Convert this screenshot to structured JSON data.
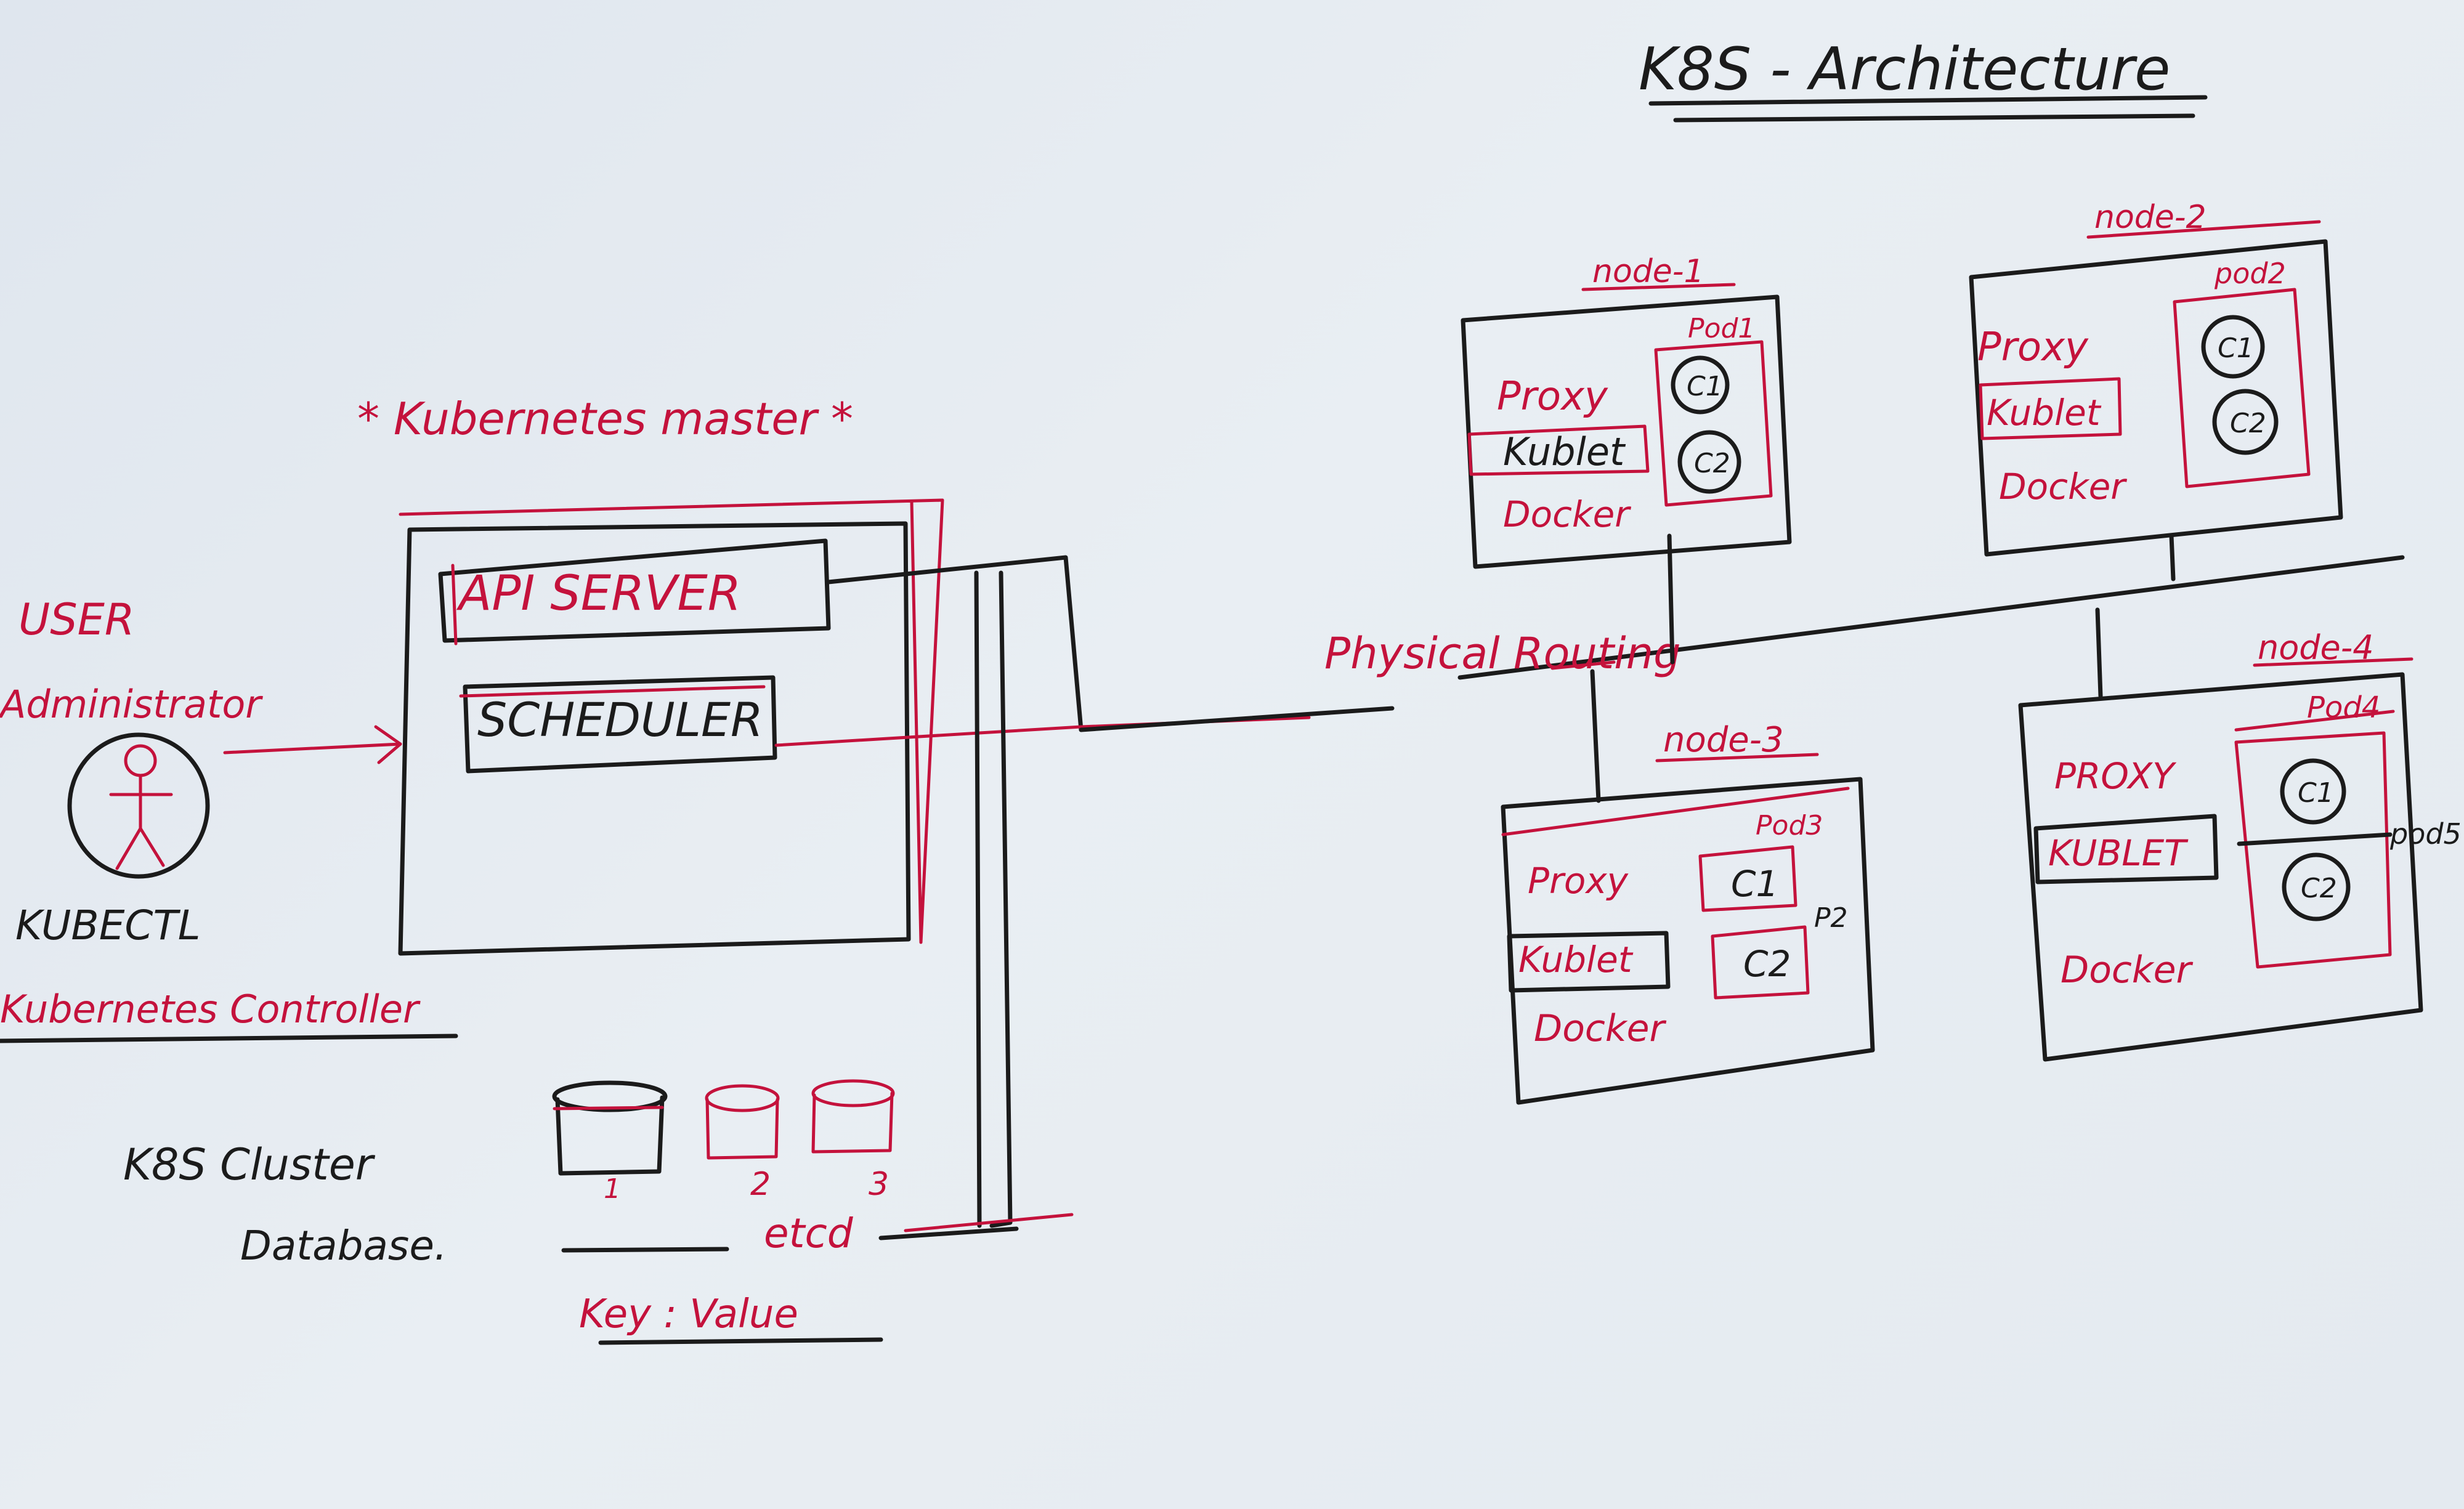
{
  "title": "K8S - Architecture",
  "colors": {
    "ink_black": "#1b1b1b",
    "ink_red": "#c4123c",
    "board": "#e6ebf0"
  },
  "master": {
    "label": "* Kubernetes master *",
    "api_server": "API SERVER",
    "scheduler": "SCHEDULER"
  },
  "user": {
    "label": "USER",
    "role": "Administrator",
    "tool": "KUBECTL",
    "controller": "Kubernetes Controller",
    "icon": "stick-figure-icon"
  },
  "cluster_db": {
    "label_line1": "K8S Cluster",
    "label_line2": "Database.",
    "store": "etcd",
    "type": "Key : Value",
    "disks": [
      "1",
      "2",
      "3"
    ]
  },
  "network": {
    "label": "Physical Routing"
  },
  "nodes": [
    {
      "name": "node-1",
      "proxy": "Proxy",
      "kubelet": "Kublet",
      "docker": "Docker",
      "pod": "Pod1",
      "containers": [
        "C1",
        "C2"
      ]
    },
    {
      "name": "node-2",
      "proxy": "Proxy",
      "kubelet": "Kublet",
      "docker": "Docker",
      "pod": "pod2",
      "containers": [
        "C1",
        "C2"
      ]
    },
    {
      "name": "node-3",
      "proxy": "Proxy",
      "kubelet": "Kublet",
      "docker": "Docker",
      "pod": "Pod3",
      "pod_extra": "P2",
      "containers": [
        "C1",
        "C2"
      ]
    },
    {
      "name": "node-4",
      "proxy": "PROXY",
      "kubelet": "KUBLET",
      "docker": "Docker",
      "pod": "Pod4",
      "pod_extra": "pod5",
      "containers": [
        "C1",
        "C2"
      ]
    }
  ]
}
